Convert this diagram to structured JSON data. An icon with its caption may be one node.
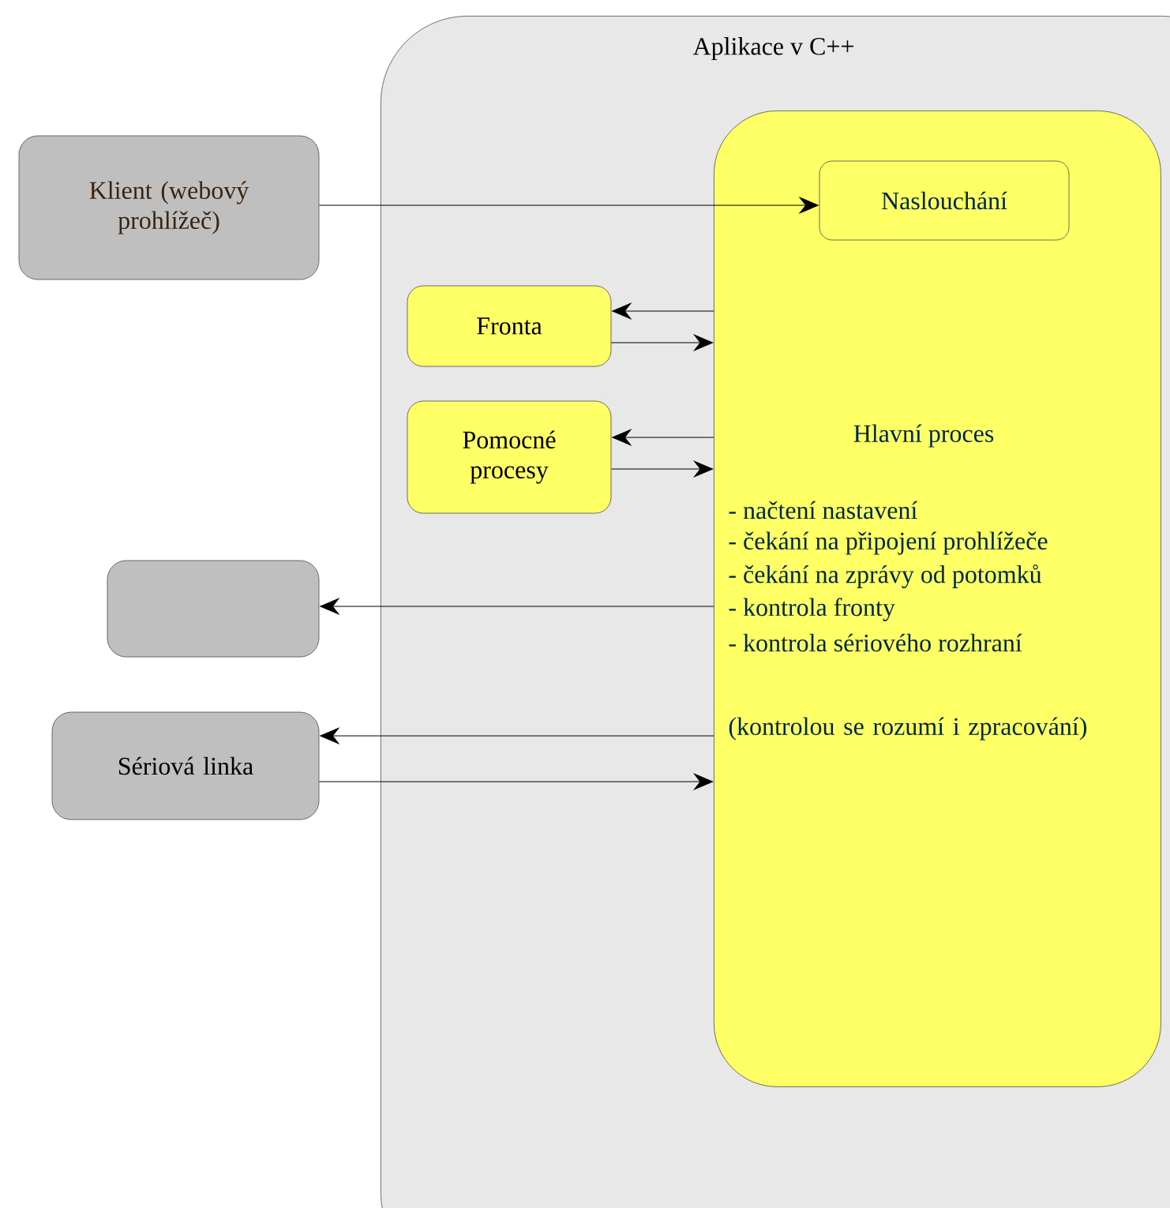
{
  "diagram": {
    "nodes": [
      {
        "text": [
          "Aplikace v C++"
        ]
      },
      {
        "text": [
          "Hlavní proces",
          "- načtení nastavení",
          "- čekání na připojení prohlížeče",
          "- čekání na zprávy od potomků",
          "- kontrola fronty",
          "- kontrola sériového rozhraní",
          "(kontrolou se rozumí i zpracování)"
        ],
        "in": 0
      },
      {
        "text": [
          "Naslouchání"
        ],
        "in": 1
      },
      {
        "text": [
          "Fronta"
        ],
        "in": 0
      },
      {
        "text": [
          "Pomocné procesy"
        ],
        "in": 0
      },
      {
        "text": [
          "Klient (webový prohlížeč)"
        ]
      },
      {
        "text": [],
        "shape": "box"
      },
      {
        "text": [
          "Sériová linka"
        ]
      }
    ],
    "edges": [
      {
        "from": 5,
        "to": 2,
        "arrow": "to"
      },
      {
        "from": 1,
        "to": 3,
        "arrow": "to"
      },
      {
        "from": 3,
        "to": 1,
        "arrow": "to"
      },
      {
        "from": 1,
        "to": 4,
        "arrow": "to"
      },
      {
        "from": 4,
        "to": 1,
        "arrow": "to"
      },
      {
        "from": 1,
        "to": 6,
        "arrow": "to"
      },
      {
        "from": 1,
        "to": 7,
        "arrow": "to"
      },
      {
        "from": 7,
        "to": 1,
        "arrow": "to"
      }
    ]
  }
}
